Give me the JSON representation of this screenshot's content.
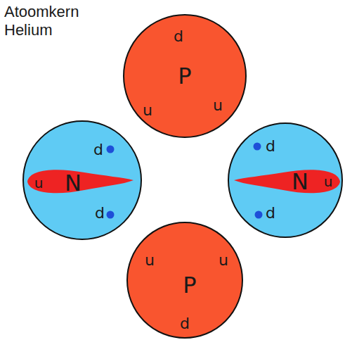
{
  "diagram": {
    "title": "Atoomkern Helium",
    "nodes": [
      {
        "text": [
          "d",
          "P",
          "u",
          "u"
        ]
      },
      {
        "text": [
          "d",
          "u",
          "N",
          "d"
        ]
      },
      {
        "text": [
          "d",
          "N",
          "u",
          "d"
        ]
      },
      {
        "text": [
          "u",
          "u",
          "P",
          "d"
        ]
      }
    ]
  }
}
